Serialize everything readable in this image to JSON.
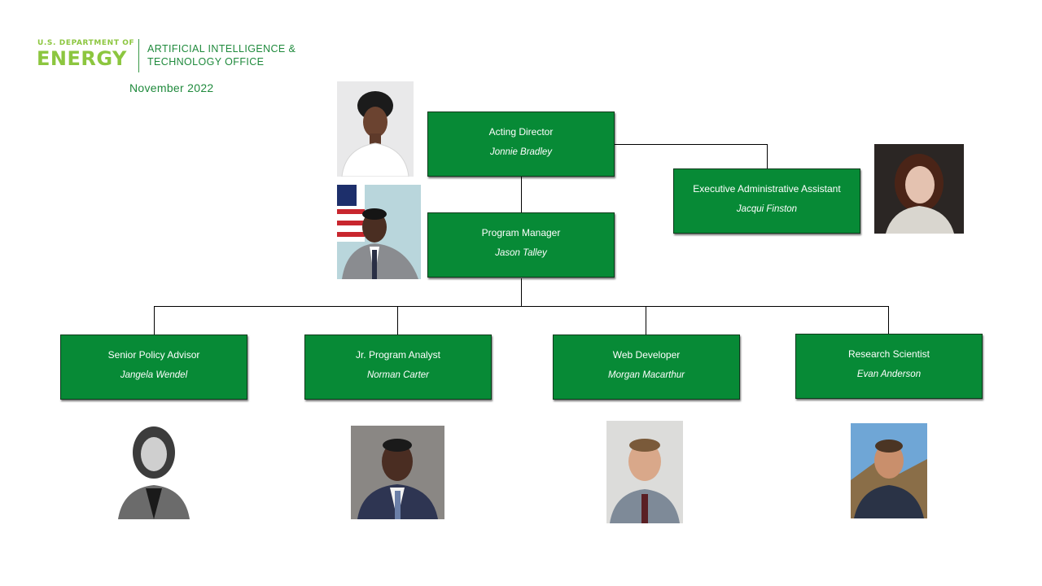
{
  "header": {
    "dept_line": "U.S. DEPARTMENT OF",
    "energy": "ENERGY",
    "office_line1": "ARTIFICIAL INTELLIGENCE &",
    "office_line2": "TECHNOLOGY OFFICE",
    "date": "November 2022"
  },
  "org": {
    "director": {
      "title": "Acting Director",
      "name": "Jonnie Bradley"
    },
    "assistant": {
      "title": "Executive Administrative Assistant",
      "name": "Jacqui Finston"
    },
    "manager": {
      "title": "Program Manager",
      "name": "Jason Talley"
    },
    "staff": [
      {
        "title": "Senior Policy Advisor",
        "name": "Jangela Wendel"
      },
      {
        "title": "Jr. Program Analyst",
        "name": "Norman Carter"
      },
      {
        "title": "Web Developer",
        "name": "Morgan Macarthur"
      },
      {
        "title": "Research Scientist",
        "name": "Evan Anderson"
      }
    ]
  },
  "colors": {
    "box_fill": "#078a36",
    "logo_light_green": "#8cc63f",
    "text_green": "#1f8a3c"
  }
}
